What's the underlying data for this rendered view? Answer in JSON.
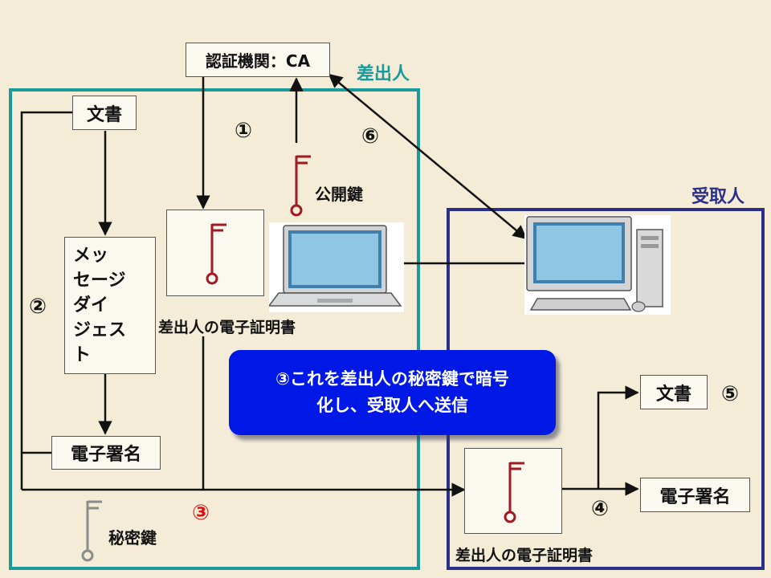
{
  "ca_label": "認証機関：CA",
  "sender_label": "差出人",
  "receiver_label": "受取人",
  "sender": {
    "document": "文書",
    "digest_lines": [
      "メッ",
      "セージ",
      "ダイ",
      "ジェス",
      "ト"
    ],
    "signature": "電子署名",
    "cert_label": "差出人の電子証明書",
    "public_key": "公開鍵",
    "private_key": "秘密鍵"
  },
  "receiver": {
    "document": "文書",
    "signature": "電子署名",
    "cert_label": "差出人の電子証明書"
  },
  "steps": {
    "s1": "①",
    "s2": "②",
    "s3": "③",
    "s4": "④",
    "s5": "⑤",
    "s6": "⑥"
  },
  "callout": {
    "line1": "③これを差出人の秘密鍵で暗号",
    "line2": "化し、受取人へ送信"
  },
  "colors": {
    "sender_frame": "#1a9a9a",
    "receiver_frame": "#2a2f8a",
    "key_red": "#a01a24",
    "key_gray": "#8c8c8c",
    "step3_red": "#e01010",
    "callout_bg": "#0018e6"
  }
}
